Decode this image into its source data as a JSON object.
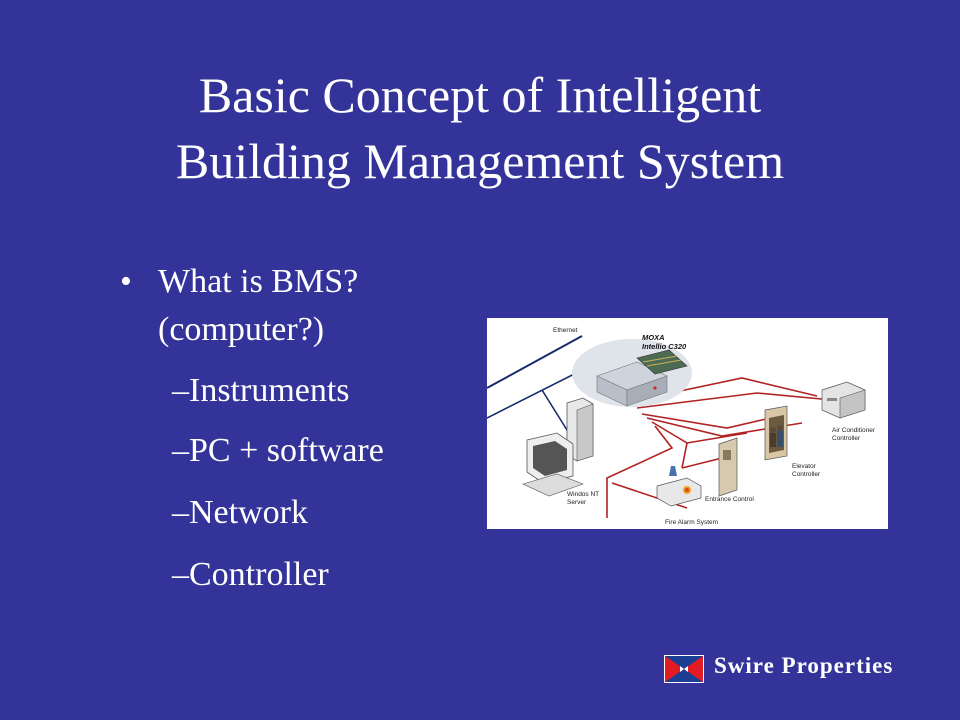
{
  "title": {
    "line1": "Basic Concept of Intelligent",
    "line2": "Building Management System"
  },
  "bullet": {
    "symbol": "•",
    "line1": "What is BMS?",
    "line2": "(computer?)"
  },
  "sub_bullets": [
    "–Instruments",
    "–PC + software",
    "–Network",
    "–Controller"
  ],
  "diagram": {
    "ethernet": "Ethernet",
    "moxa_line1": "MOXA",
    "moxa_line2": "Intellio C320",
    "server_line1": "Windos NT",
    "server_line2": "Server",
    "aircon_line1": "Air Conditioner",
    "aircon_line2": "Controller",
    "elevator_line1": "Elevator",
    "elevator_line2": "Controller",
    "entrance": "Entrance Control",
    "fire": "Fire Alarm System"
  },
  "footer": {
    "brand": "Swire Properties"
  },
  "colors": {
    "background": "#333399",
    "text": "#ffffff",
    "wire": "#b22222",
    "ethernet_line": "#1a2a6c",
    "logo_red": "#e31b23",
    "logo_blue": "#1c3f94"
  }
}
